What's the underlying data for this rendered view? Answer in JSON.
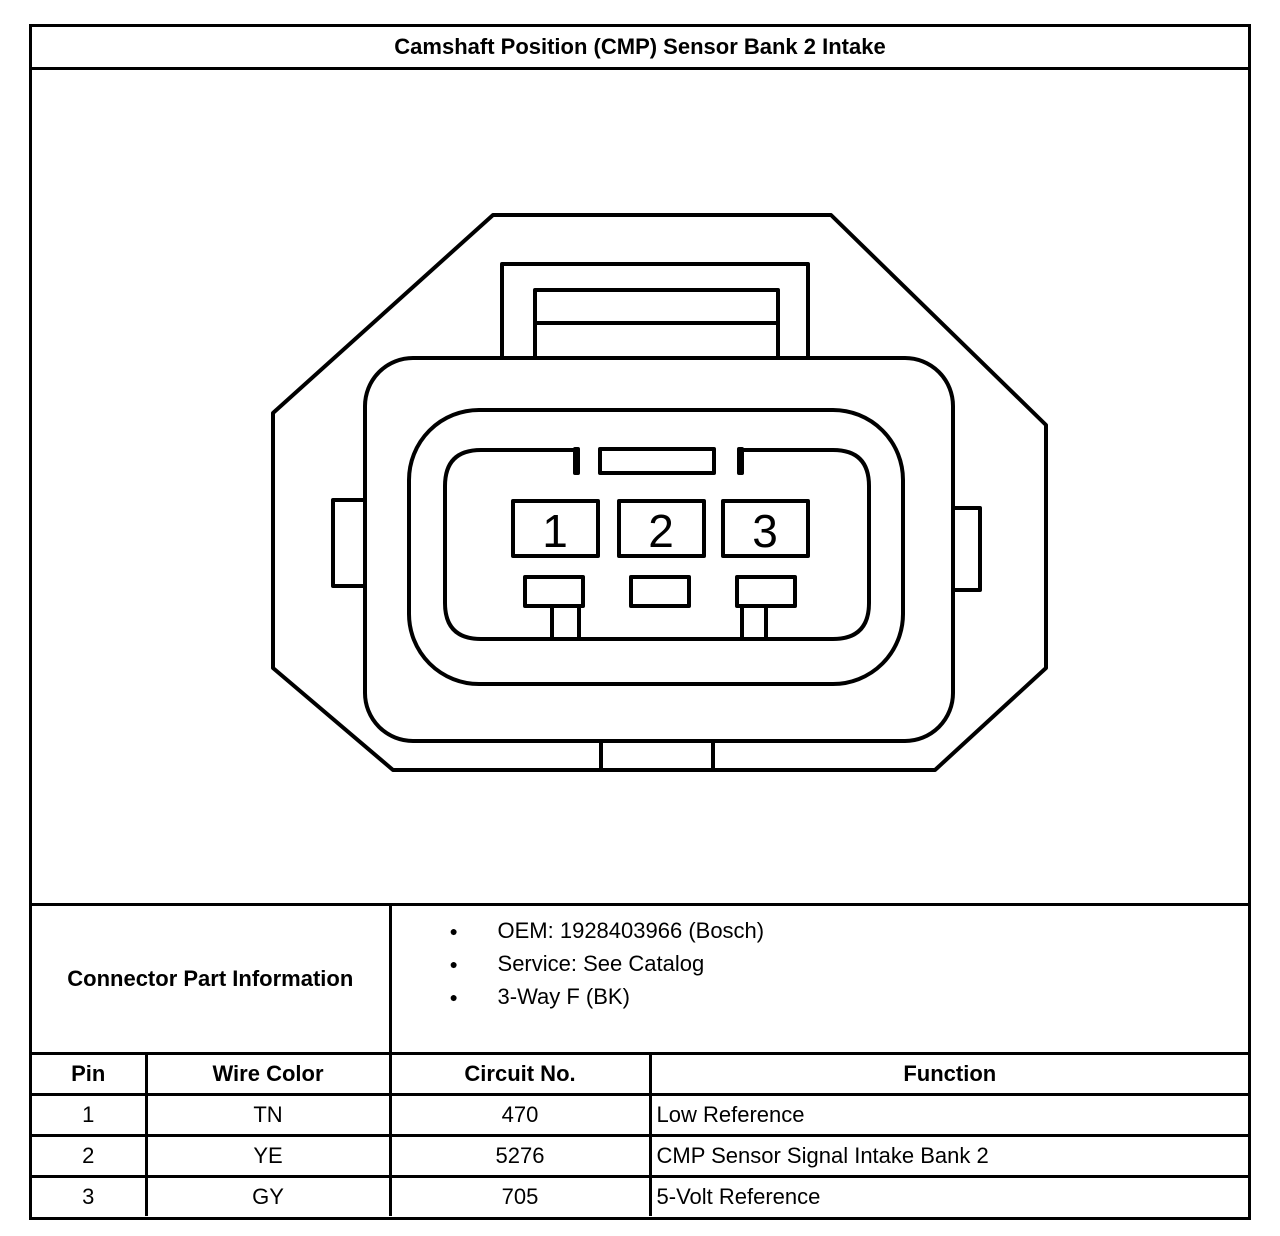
{
  "title": "Camshaft Position (CMP) Sensor Bank 2 Intake",
  "connector": {
    "pin_labels": [
      "1",
      "2",
      "3"
    ]
  },
  "part_info": {
    "label": "Connector Part Information",
    "items": [
      "OEM: 1928403966 (Bosch)",
      "Service: See Catalog",
      "3-Way F (BK)"
    ]
  },
  "pin_table": {
    "headers": [
      "Pin",
      "Wire Color",
      "Circuit No.",
      "Function"
    ],
    "rows": [
      [
        "1",
        "TN",
        "470",
        "Low Reference"
      ],
      [
        "2",
        "YE",
        "5276",
        "CMP Sensor Signal Intake Bank 2"
      ],
      [
        "3",
        "GY",
        "705",
        "5-Volt Reference"
      ]
    ]
  }
}
